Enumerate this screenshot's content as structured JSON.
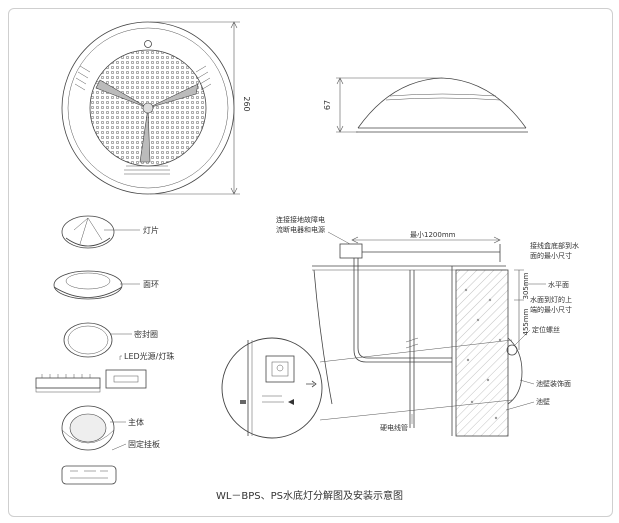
{
  "front_view": {
    "dim_height": "260"
  },
  "side_view": {
    "dim_height": "67"
  },
  "exploded": {
    "parts": [
      {
        "label": "灯片"
      },
      {
        "label": "面环"
      },
      {
        "label": "密封圈"
      },
      {
        "label": "LED光源/灯珠"
      },
      {
        "label": "主体"
      },
      {
        "label": "固定挂板"
      }
    ]
  },
  "installation": {
    "cable_note_line1": "连接接地故障电",
    "cable_note_line2": "流断电器和电源",
    "min_distance": "最小1200mm",
    "box_note_line1": "接线盒底部到水",
    "box_note_line2": "面的最小尺寸",
    "dim_305": "305mm",
    "water_level": "水平面",
    "lamp_note_line1": "水面到灯的上",
    "lamp_note_line2": "端的最小尺寸",
    "dim_455": "455mm",
    "screw": "定位螺丝",
    "niche": "池壁装饰面",
    "pool_wall": "池壁",
    "conduit": "硬电线管"
  },
  "caption": "WL－BPS、PS水底灯分解图及安装示意图"
}
